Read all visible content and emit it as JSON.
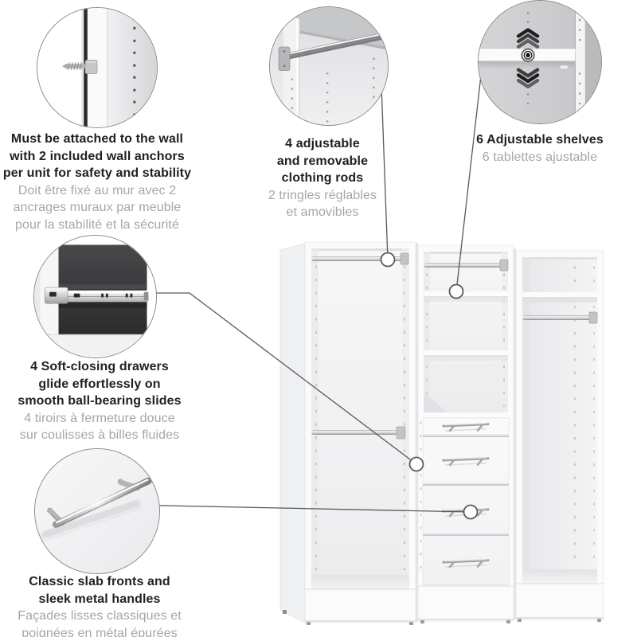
{
  "callouts": {
    "wall_anchor": {
      "en": "Must be attached to the wall\nwith 2 included wall anchors\nper unit for safety and stability",
      "fr": "Doit être fixé au mur avec 2\nancrages muraux par meuble\npour la stabilité et la sécurité"
    },
    "rods": {
      "en": "4 adjustable\nand removable\nclothing rods",
      "fr": "2 tringles réglables\net amovibles"
    },
    "shelves": {
      "en": "6 Adjustable shelves",
      "fr": "6 tablettes ajustable"
    },
    "drawers": {
      "en": "4 Soft-closing drawers\nglide effortlessly on\nsmooth ball-bearing slides",
      "fr": "4 tiroirs à fermeture douce\nsur coulisses à billes fluides"
    },
    "handles": {
      "en": "Classic slab fronts and\nsleek metal handles",
      "fr": "Façades lisses classiques et\npoignées en métal épurées"
    }
  },
  "colors": {
    "text_en": "#232021",
    "text_fr": "#a4a6a9",
    "line_color": "#58595b",
    "circle_border": "#85878a",
    "product_white": "#fbfbfc",
    "slide_dark": "#323234"
  }
}
